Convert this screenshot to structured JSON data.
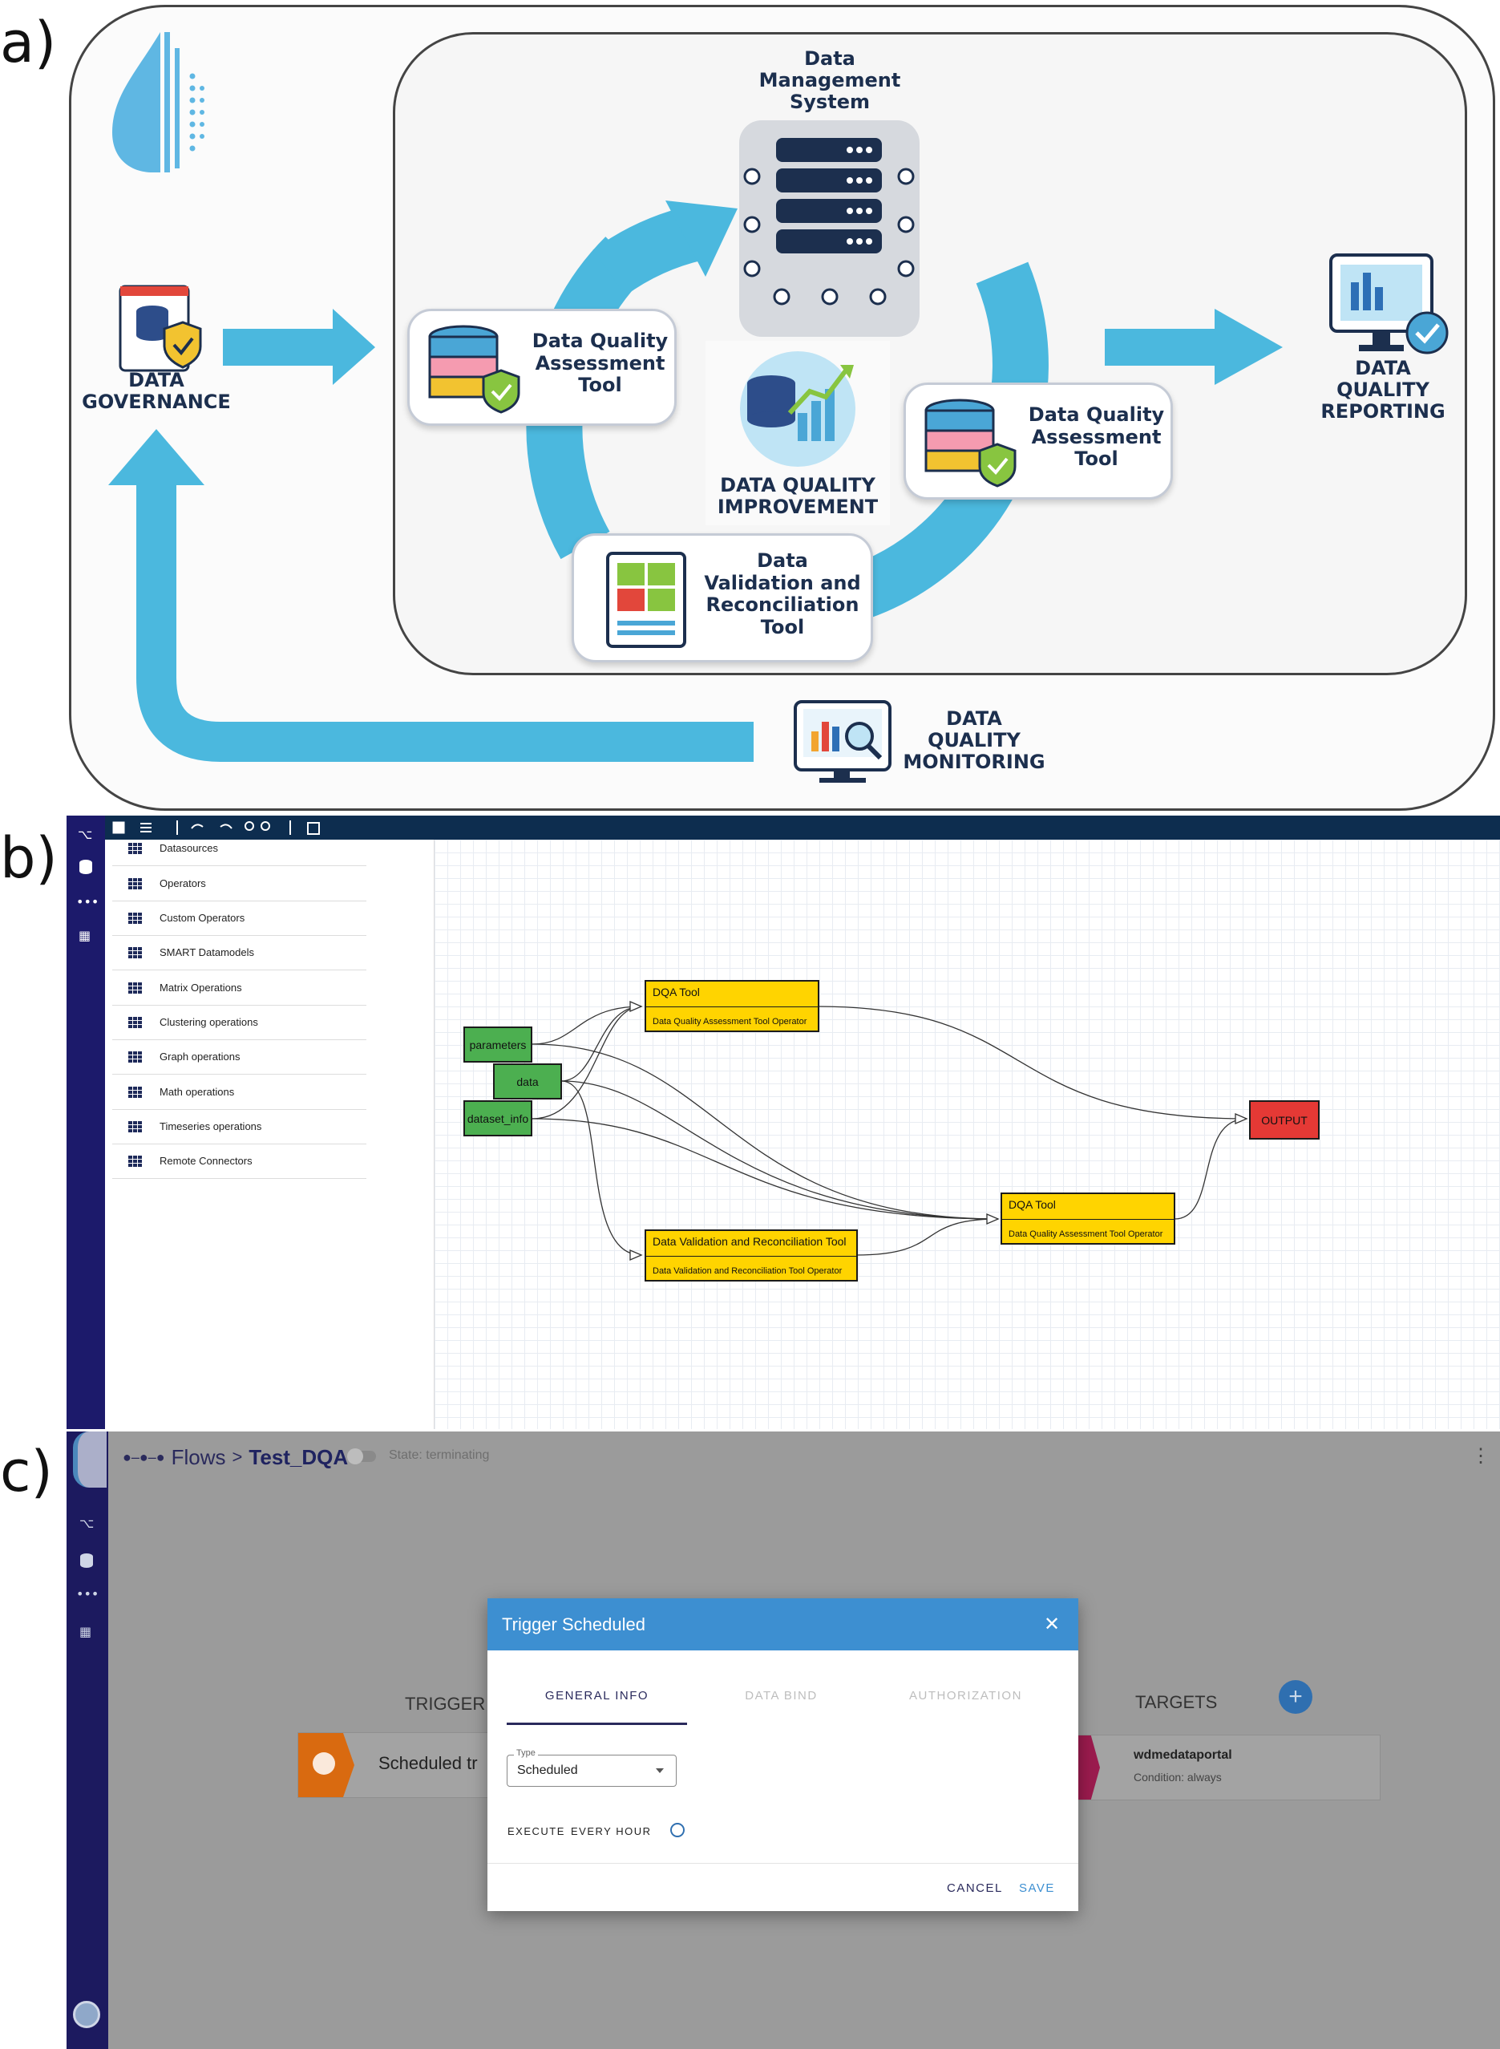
{
  "panels": {
    "a": "a)",
    "b": "b)",
    "c": "c)"
  },
  "panel_a": {
    "data_management_system": "Data\nManagement\nSystem",
    "dqa_tool_left": "Data Quality\nAssessment\nTool",
    "dqa_tool_right": "Data Quality\nAssessment\nTool",
    "data_quality_improvement": "DATA QUALITY\nIMPROVEMENT",
    "validation_tool": "Data\nValidation and\nReconciliation\nTool",
    "data_governance": "DATA\nGOVERNANCE",
    "data_quality_reporting": "DATA\nQUALITY\nREPORTING",
    "data_quality_monitoring": "DATA\nQUALITY\nMONITORING",
    "colors": {
      "arrow": "#4bb8de",
      "text": "#1c2f4e",
      "frame": "#444444"
    }
  },
  "panel_b": {
    "categories": [
      "Datasources",
      "Operators",
      "Custom Operators",
      "SMART Datamodels",
      "Matrix Operations",
      "Clustering operations",
      "Graph operations",
      "Math operations",
      "Timeseries operations",
      "Remote Connectors"
    ],
    "inputs": [
      "parameters",
      "data",
      "dataset_info"
    ],
    "dqa_tool_1": {
      "title": "DQA Tool",
      "subtitle": "Data Quality Assessment Tool Operator"
    },
    "dqa_tool_2": {
      "title": "DQA Tool",
      "subtitle": "Data Quality Assessment Tool Operator"
    },
    "validation_node": {
      "title": "Data Validation and Reconciliation Tool",
      "subtitle": "Data Validation and Reconciliation Tool Operator"
    },
    "output": "OUTPUT",
    "colors": {
      "input": "#4caf50",
      "operator": "#ffd400",
      "output": "#e53935"
    }
  },
  "panel_c": {
    "breadcrumb_root": "Flows",
    "breadcrumb_sep": ">",
    "breadcrumb_current": "Test_DQA",
    "state": "State: terminating",
    "trigger_heading": "TRIGGER",
    "trigger_card": "Scheduled tr",
    "targets_heading": "TARGETS",
    "target_name": "wdmedataportal",
    "target_condition": "Condition: always",
    "dialog": {
      "title": "Trigger Scheduled",
      "close": "✕",
      "tabs": [
        "GENERAL INFO",
        "DATA BIND",
        "AUTHORIZATION"
      ],
      "type_label": "Type",
      "type_value": "Scheduled",
      "execute_label": "EXECUTE",
      "execute_value": "EVERY HOUR",
      "cancel": "CANCEL",
      "save": "SAVE"
    },
    "more_icon": "⋮",
    "add_icon": "+",
    "colors": {
      "dialog_header": "#3d8fd1",
      "trigger": "#d96a10",
      "target": "#9b1b4e"
    }
  }
}
